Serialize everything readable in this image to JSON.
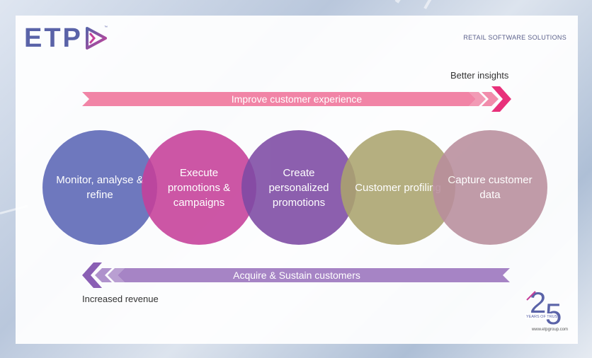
{
  "header": {
    "logo_text": "ETP",
    "logo_tm": "™",
    "tagline": "RETAIL SOFTWARE SOLUTIONS"
  },
  "top_arrow": {
    "label": "Improve customer experience",
    "end_label": "Better insights",
    "color": "#ee6f96"
  },
  "bottom_arrow": {
    "label": "Acquire & Sustain customers",
    "end_label": "Increased revenue",
    "color": "#9c77bf"
  },
  "circles": [
    {
      "label": "Monitor, analyse & refine",
      "color": "#5b66b6"
    },
    {
      "label": "Execute promotions & campaigns",
      "color": "#c6409a"
    },
    {
      "label": "Create personalized promotions",
      "color": "#7d4aa4"
    },
    {
      "label": "Customer profiling",
      "color": "#aba46e"
    },
    {
      "label": "Capture customer data",
      "color": "#b98e9d"
    }
  ],
  "badge": {
    "number": "25",
    "caption": "YEARS OF TRUST",
    "url": "www.etpgroup.com"
  }
}
